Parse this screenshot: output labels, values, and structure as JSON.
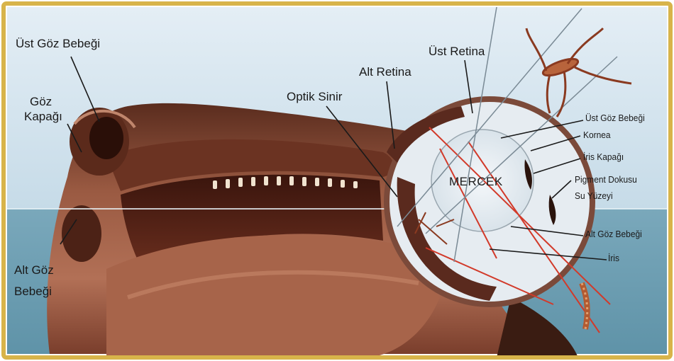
{
  "diagram": {
    "labels": {
      "ust_goz_bebegi_left": "Üst Göz Bebeği",
      "goz_kapagi_1": "Göz",
      "goz_kapagi_2": "Kapağı",
      "alt_goz_bebegi_left_1": "Alt Göz",
      "alt_goz_bebegi_left_2": "Bebeği",
      "optik_sinir": "Optik Sinir",
      "alt_retina": "Alt Retina",
      "ust_retina": "Üst Retina",
      "mercek": "MERCEK",
      "ust_goz_bebegi_right": "Üst Göz Bebeği",
      "kornea": "Kornea",
      "iris_kapagi": "İris Kapağı",
      "pigment_dokusu": "Pigment Dokusu",
      "su_yuzeyi": "Su Yüzeyi",
      "alt_goz_bebegi_right": "Alt Göz Bebeği",
      "iris": "İris"
    },
    "colors": {
      "frame": "#d8b44a",
      "sky": "#cfe2ee",
      "water": "#6e9fb3",
      "skin_dark": "#4a2418",
      "skin_mid": "#8a4a36",
      "skin_light": "#c98a6a",
      "ray": "#d23a2a",
      "lens_fill": "#e9eef2"
    }
  }
}
